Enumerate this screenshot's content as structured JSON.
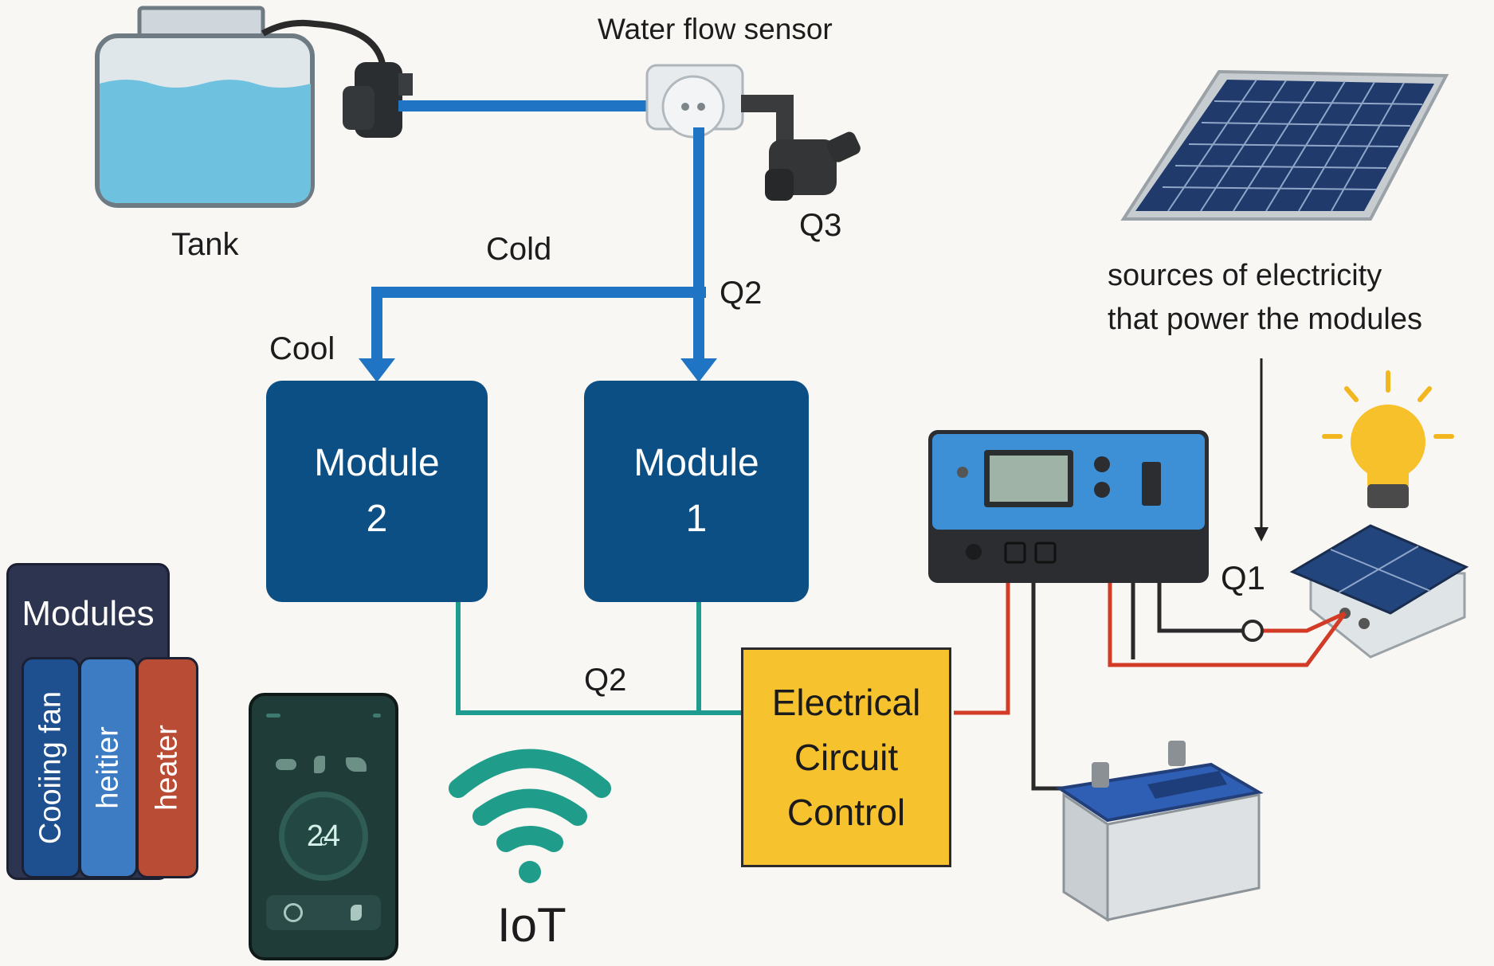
{
  "labels": {
    "water_flow_sensor": "Water flow sensor",
    "tank": "Tank",
    "q3": "Q3",
    "cold": "Cold",
    "q2_top": "Q2",
    "cool": "Cool",
    "q2_bottom": "Q2",
    "q1": "Q1",
    "iot": "IoT",
    "sources_line1": "sources of electricity",
    "sources_line2": "that power the modules"
  },
  "modules": {
    "module2": {
      "line1": "Module",
      "line2": "2"
    },
    "module1": {
      "line1": "Module",
      "line2": "1"
    }
  },
  "control_box": {
    "line1": "Electrical",
    "line2": "Circuit",
    "line3": "Control"
  },
  "legend": {
    "title": "Modules",
    "items": [
      "Cooiing fan",
      "heitier",
      "heater"
    ]
  },
  "phone": {
    "temperature": "24",
    "unit": "c"
  },
  "colors": {
    "module_fill": "#0c4f85",
    "pipe_blue": "#1f74c4",
    "wire_teal": "#1e9c90",
    "wire_red": "#d23b25",
    "control_yellow": "#f6c22e",
    "cooling_fan": "#1e4f8e",
    "heitier": "#3d7cc2",
    "heater": "#b84c34"
  },
  "icons": [
    "tank-icon",
    "pump-icon",
    "valve-icon",
    "solar-panel-icon",
    "charge-controller-icon",
    "light-bulb-icon",
    "battery-icon",
    "wifi-icon",
    "smartphone-icon",
    "small-solar-panel-icon"
  ]
}
